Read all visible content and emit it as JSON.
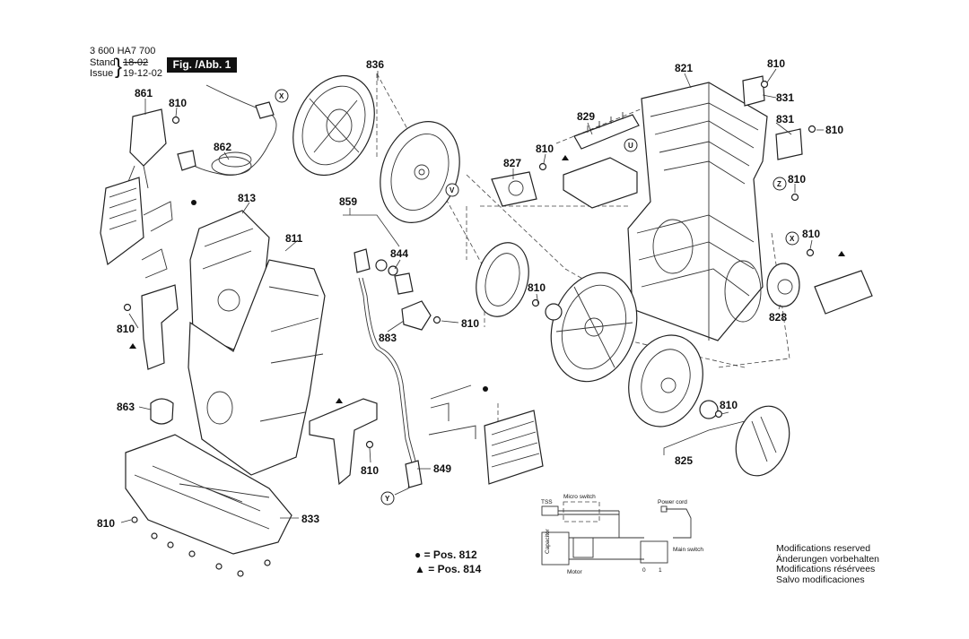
{
  "header": {
    "code": "3 600 HA7 700",
    "stand_label": "Stand",
    "stand_value": "18-02",
    "issue_label": "Issue",
    "issue_value": "19-12-02",
    "figure_label": "Fig. /Abb. 1"
  },
  "part_numbers": [
    "836",
    "821",
    "810",
    "861",
    "831",
    "829",
    "862",
    "827",
    "813",
    "859",
    "811",
    "844",
    "828",
    "883",
    "863",
    "849",
    "825",
    "833"
  ],
  "reference_letters": [
    "X",
    "V",
    "U",
    "Z",
    "Y"
  ],
  "legend": [
    {
      "symbol": "●",
      "text": "= Pos. 812"
    },
    {
      "symbol": "▲",
      "text": "= Pos. 814"
    }
  ],
  "schematic": {
    "labels": [
      "TSS",
      "Micro switch",
      "Power cord",
      "Capacitor",
      "Motor",
      "Main switch",
      "0",
      "1"
    ]
  },
  "notes": [
    "Modifications reserved",
    "Änderungen vorbehalten",
    "Modifications résérvees",
    "Salvo modificaciones"
  ]
}
